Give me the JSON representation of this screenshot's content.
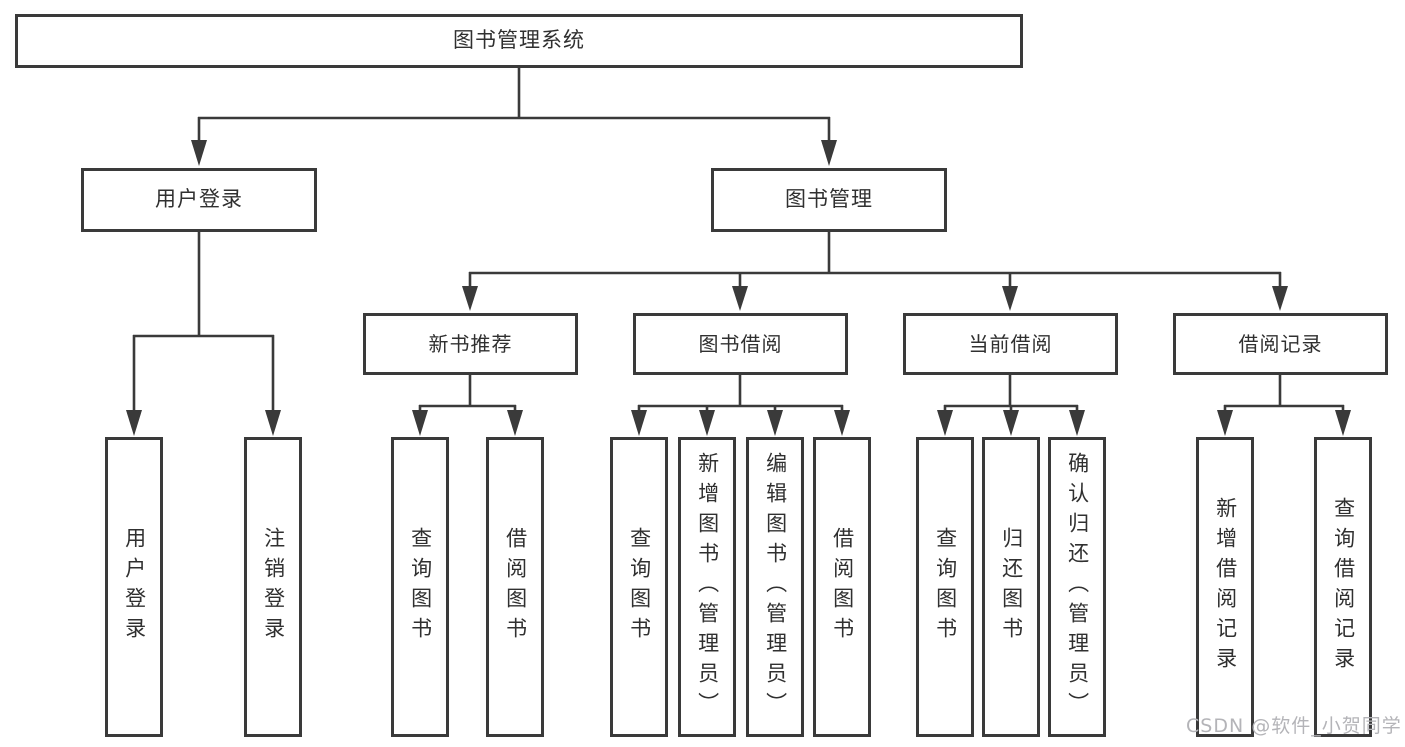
{
  "colors": {
    "line": "#3a3a3a",
    "text": "#303030",
    "watermark": "#b4b4b8",
    "box_bg": "#ffffff"
  },
  "tree": {
    "root": {
      "label": "图书管理系统"
    },
    "level1": [
      {
        "label": "用户登录"
      },
      {
        "label": "图书管理"
      }
    ],
    "level2": [
      {
        "label": "新书推荐"
      },
      {
        "label": "图书借阅"
      },
      {
        "label": "当前借阅"
      },
      {
        "label": "借阅记录"
      }
    ],
    "leaves": {
      "login": [
        "用户登录",
        "注销登录"
      ],
      "recommend": [
        "查询图书",
        "借阅图书"
      ],
      "borrow": [
        "查询图书",
        "新增图书（管理员）",
        "编辑图书（管理员）",
        "借阅图书"
      ],
      "current": [
        "查询图书",
        "归还图书",
        "确认归还（管理员）"
      ],
      "records": [
        "新增借阅记录",
        "查询借阅记录"
      ]
    }
  },
  "watermark": {
    "text": "CSDN @软件_小贺同学"
  }
}
